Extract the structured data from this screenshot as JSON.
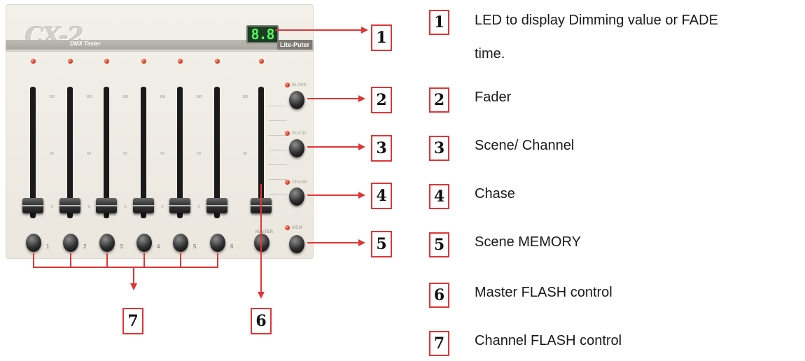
{
  "device": {
    "logo": "CX-2",
    "model": "DMX Tester",
    "led_value": "8.8",
    "brand": "Lite-Puter",
    "side_buttons": [
      "BLANK",
      "SC/CH",
      "CHASE",
      "MEM"
    ],
    "master_label": "MASTER",
    "channel_numbers": [
      "1",
      "2",
      "3",
      "4",
      "5",
      "6"
    ],
    "scale": {
      "top": "100",
      "mid": "50",
      "bottom": "0"
    }
  },
  "callouts": [
    "1",
    "2",
    "3",
    "4",
    "5",
    "7",
    "6"
  ],
  "legend": [
    {
      "num": "1",
      "lines": [
        "LED to display Dimming value or FADE",
        "time."
      ]
    },
    {
      "num": "2",
      "lines": [
        "Fader"
      ]
    },
    {
      "num": "3",
      "lines": [
        "Scene/ Channel"
      ]
    },
    {
      "num": "4",
      "lines": [
        "Chase"
      ]
    },
    {
      "num": "5",
      "lines": [
        "Scene MEMORY"
      ]
    },
    {
      "num": "6",
      "lines": [
        "Master FLASH control"
      ]
    },
    {
      "num": "7",
      "lines": [
        "Channel FLASH control"
      ]
    }
  ],
  "colors": {
    "callout_border": "#e03535",
    "arrow": "#e03535",
    "led_digits": "#4dff5a"
  }
}
